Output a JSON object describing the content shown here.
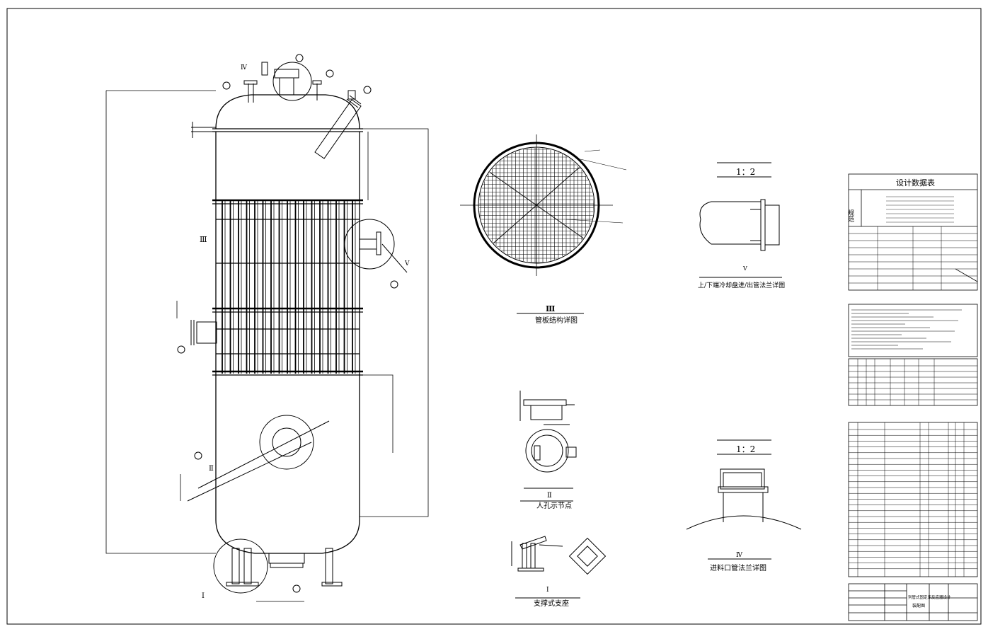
{
  "labels": {
    "detail_III_mark": "Ⅲ",
    "detail_III_caption": "管板结构详图",
    "detail_II_mark": "Ⅱ",
    "detail_II_caption": "人孔示节点",
    "detail_I_mark": "Ⅰ",
    "detail_I_caption": "支撑式支座",
    "detail_V_scale": "1：2",
    "detail_V_mark": "Ⅴ",
    "detail_V_caption": "上/下端冷却盘进/出管法兰详图",
    "detail_IV_scale": "1：2",
    "detail_IV_mark": "Ⅳ",
    "detail_IV_caption": "进料口管法兰详图",
    "main_III": "Ⅲ",
    "main_II": "Ⅱ",
    "main_I": "Ⅰ",
    "main_IV": "Ⅳ",
    "main_V": "Ⅴ"
  },
  "design_table": {
    "title": "设计数据表",
    "spec_label": "规范"
  },
  "title_block": {
    "drawing_title": "列管式固定床反应器设计",
    "drawing_subtitle": "装配图"
  }
}
